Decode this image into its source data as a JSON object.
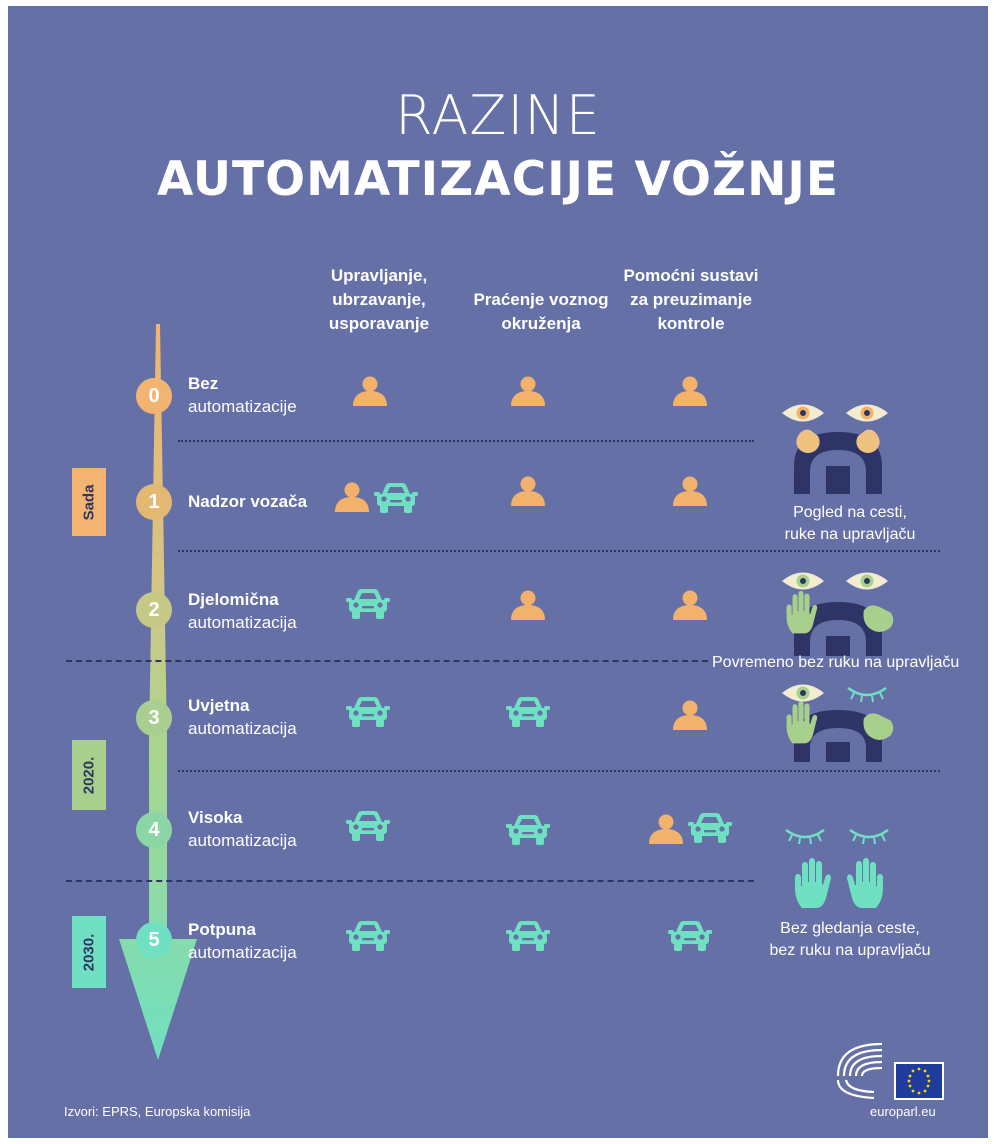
{
  "title": {
    "line1": "RAZINE",
    "line2": "AUTOMATIZACIJE VOŽNJE"
  },
  "columns": [
    {
      "label": "Upravljanje,\nubrzavanje,\nusporavanje"
    },
    {
      "label": "Praćenje voznog\nokruženja"
    },
    {
      "label": "Pomoćni sustavi\nza preuzimanje\nkontrole"
    }
  ],
  "levels": [
    {
      "number": "0",
      "name_bold": "Bez",
      "name_rest": "automatizacije",
      "cells": [
        "person",
        "person",
        "person"
      ]
    },
    {
      "number": "1",
      "name_bold": "Nadzor vozača",
      "name_rest": "",
      "cells": [
        "person+car",
        "person",
        "person"
      ]
    },
    {
      "number": "2",
      "name_bold": "Djelomična",
      "name_rest": "automatizacija",
      "cells": [
        "car",
        "person",
        "person"
      ]
    },
    {
      "number": "3",
      "name_bold": "Uvjetna",
      "name_rest": "automatizacija",
      "cells": [
        "car",
        "car",
        "person"
      ]
    },
    {
      "number": "4",
      "name_bold": "Visoka",
      "name_rest": "automatizacija",
      "cells": [
        "car",
        "car",
        "person+car"
      ]
    },
    {
      "number": "5",
      "name_bold": "Potpuna",
      "name_rest": "automatizacija",
      "cells": [
        "car",
        "car",
        "car"
      ]
    }
  ],
  "timeline": {
    "now": "Sada",
    "y2020": "2020.",
    "y2030": "2030."
  },
  "captions": {
    "eyes_hands": "Pogled na cesti,\nruke na upravljaču",
    "occasional": "Povremeno bez ruku na upravljaču",
    "no_look": "Bez gledanja ceste,\nbez ruku na upravljaču"
  },
  "source": "Izvori: EPRS, Europska komisija",
  "site": "europarl.eu",
  "colors": {
    "background": "#6570a7",
    "person": "#f3b26b",
    "car": "#6fe0c1",
    "dark": "#2e3566",
    "hand_green": "#a9cf8c",
    "hand_yellow": "#efc37f"
  }
}
